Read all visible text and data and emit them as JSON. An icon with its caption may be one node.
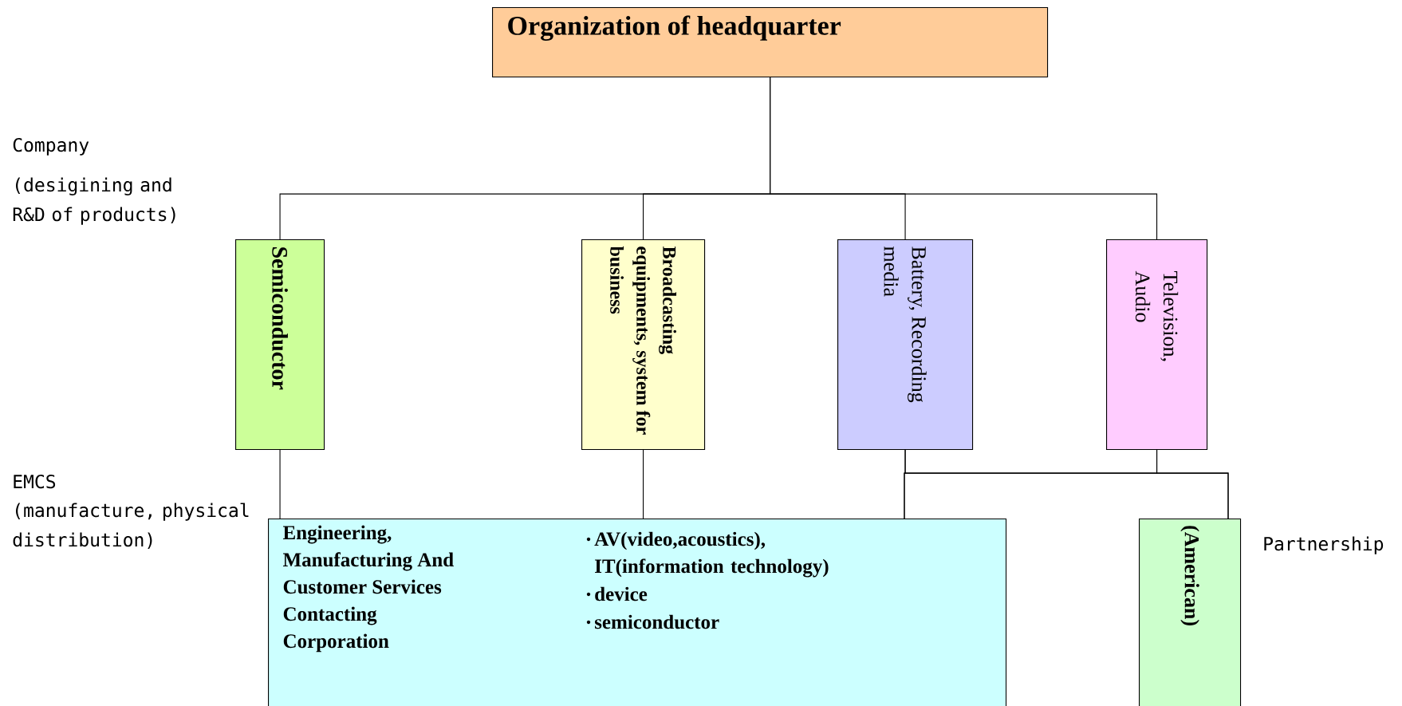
{
  "diagram": {
    "nodes": [
      {
        "text": [
          "Organization of headquarter"
        ]
      },
      {
        "text": [
          "Semiconductor"
        ]
      },
      {
        "text": [
          "Broadcasting equipments, system for business"
        ]
      },
      {
        "text": [
          "Battery, Recording media"
        ]
      },
      {
        "text": [
          "Television, Audio"
        ]
      },
      {
        "text": [
          "Engineering, Manufacturing And Customer Services Contacting Corporation",
          "AV(video,acoustics), IT(information technology)",
          "device",
          "semiconductor"
        ]
      },
      {
        "text": [
          "(American)"
        ]
      }
    ],
    "edges": [
      {
        "from": 0,
        "to": 1,
        "arrow": "none"
      },
      {
        "from": 0,
        "to": 2,
        "arrow": "none"
      },
      {
        "from": 0,
        "to": 3,
        "arrow": "none"
      },
      {
        "from": 0,
        "to": 4,
        "arrow": "none"
      },
      {
        "from": 1,
        "to": 5,
        "arrow": "none"
      },
      {
        "from": 2,
        "to": 5,
        "arrow": "none"
      },
      {
        "from": 3,
        "to": 5,
        "arrow": "none"
      },
      {
        "from": 3,
        "to": 6,
        "arrow": "none"
      },
      {
        "from": 4,
        "to": 5,
        "arrow": "none"
      },
      {
        "from": 4,
        "to": 6,
        "arrow": "none"
      }
    ],
    "labels": [
      "Company",
      "(desigining and R&D of products)",
      "EMCS",
      "(manufacture, physical distribution)",
      "Partnership"
    ]
  }
}
